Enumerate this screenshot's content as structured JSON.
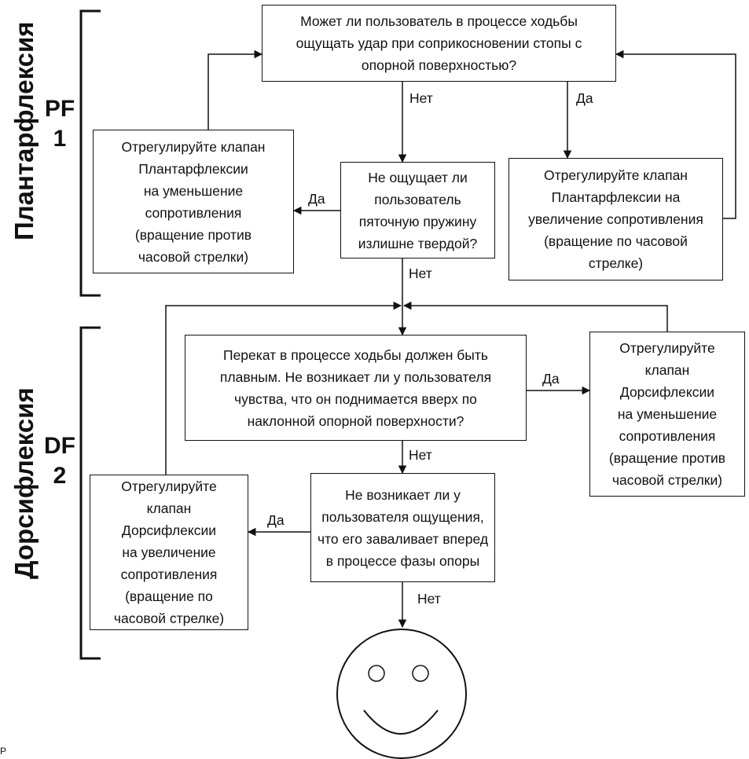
{
  "sections": {
    "plantar": {
      "title": "Плантарфлексия",
      "code": "PF",
      "number": "1"
    },
    "dorsi": {
      "title": "Дорсифлексия",
      "code": "DF",
      "number": "2"
    }
  },
  "questions": {
    "q1": {
      "lines": [
        "Может ли пользователь в процессе ходьбы",
        "ощущать удар при соприкосновении стопы с",
        "опорной поверхностью?"
      ]
    },
    "q2": {
      "lines": [
        "Не ощущает ли",
        "пользователь",
        "пяточную пружину",
        "излишне твердой?"
      ]
    },
    "q3": {
      "lines": [
        "Перекат в процессе ходьбы должен быть",
        "плавным. Не возникает ли у пользователя",
        "чувства, что он поднимается вверх по",
        "наклонной опорной поверхности?"
      ]
    },
    "q4": {
      "lines": [
        "Не возникает ли у",
        "пользователя ощущения,",
        "что его заваливает вперед",
        "в процессе фазы опоры"
      ]
    }
  },
  "actions": {
    "a1": {
      "lines": [
        "Отрегулируйте клапан",
        "Плантарфлексии",
        "на уменьшение",
        "сопротивления",
        "(вращение против",
        "часовой стрелки)"
      ]
    },
    "a2": {
      "lines": [
        "Отрегулируйте клапан",
        "Плантарфлексии на",
        "увеличение сопротивления",
        "(вращение по часовой",
        "стрелке)"
      ]
    },
    "a3": {
      "lines": [
        "Отрегулируйте",
        "клапан",
        "Дорсифлексии",
        "на уменьшение",
        "сопротивления",
        "(вращение  против",
        "часовой стрелки)"
      ]
    },
    "a4": {
      "lines": [
        "Отрегулируйте",
        "клапан",
        "Дорсифлексии",
        "на увеличение",
        "сопротивления",
        "(вращение по",
        "часовой стрелке)"
      ]
    }
  },
  "edge_labels": {
    "yes": "Да",
    "no": "Нет"
  },
  "footer_fragment": "Р",
  "colors": {
    "line": "#111111",
    "background": "#ffffff"
  }
}
